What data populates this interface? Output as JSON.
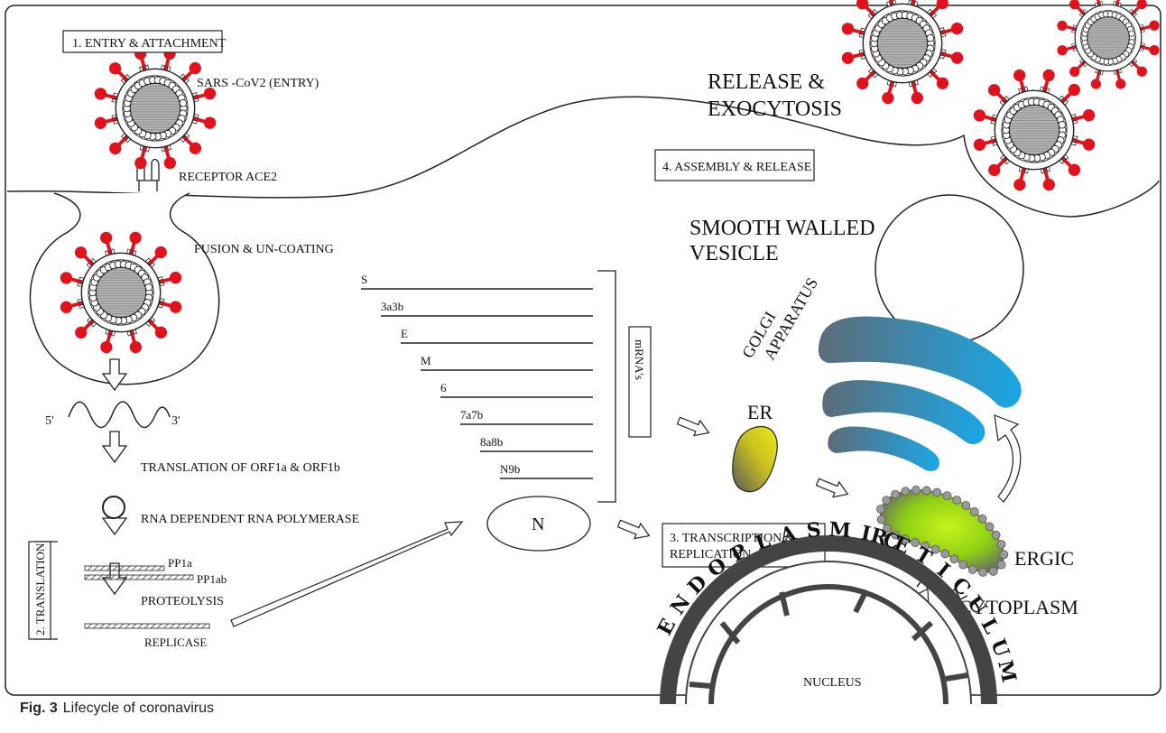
{
  "caption": {
    "fig_label": "Fig. 3",
    "text": "Lifecycle of coronavirus"
  },
  "labels": {
    "step1": "1. ENTRY & ATTACHMENT",
    "virus_entry": "SARS -CoV2 (ENTRY)",
    "receptor": "RECEPTOR ACE2",
    "fusion": "FUSION & UN-COATING",
    "five_prime": "5'",
    "three_prime": "3'",
    "translation_orf": "TRANSLATION OF ORF1a & ORF1b",
    "polymerase": "RNA DEPENDENT RNA POLYMERASE",
    "step2": "2. TRANSLATION",
    "pp1a": "PP1a",
    "pp1ab": "PP1ab",
    "proteolysis": "PROTEOLYSIS",
    "replicase": "REPLICASE",
    "mrnas": "mRNA's",
    "n_protein": "N",
    "step3_line1": "3. TRANSCRIPTION &",
    "step3_line2": "REPLICATION",
    "step4": "4. ASSEMBLY & RELEASE",
    "release_line1": "RELEASE &",
    "release_line2": "EXOCYTOSIS",
    "vesicle_line1": "SMOOTH WALLED",
    "vesicle_line2": "VESICLE",
    "golgi_line1": "GOLGI",
    "golgi_line2": "APPARATUS",
    "er": "ER",
    "ergic": "ERGIC",
    "cytoplasm": "CYTOPLASM",
    "endoplasmic": "ENDOPLASMIC",
    "reticulum": "RETICULUM",
    "nucleus": "NUCLEUS"
  },
  "mrna_list": [
    "S",
    "3a3b",
    "E",
    "M",
    "6",
    "7a7b",
    "8a8b",
    "N9b"
  ],
  "colors": {
    "spike_red": "#e0121b",
    "golgi_dark": "#5d6b78",
    "golgi_blue": "#1aa7e6",
    "er_yellow": "#f0ea1a",
    "ergic_green": "#a8e012",
    "core_gray": "#a0a0a0"
  }
}
